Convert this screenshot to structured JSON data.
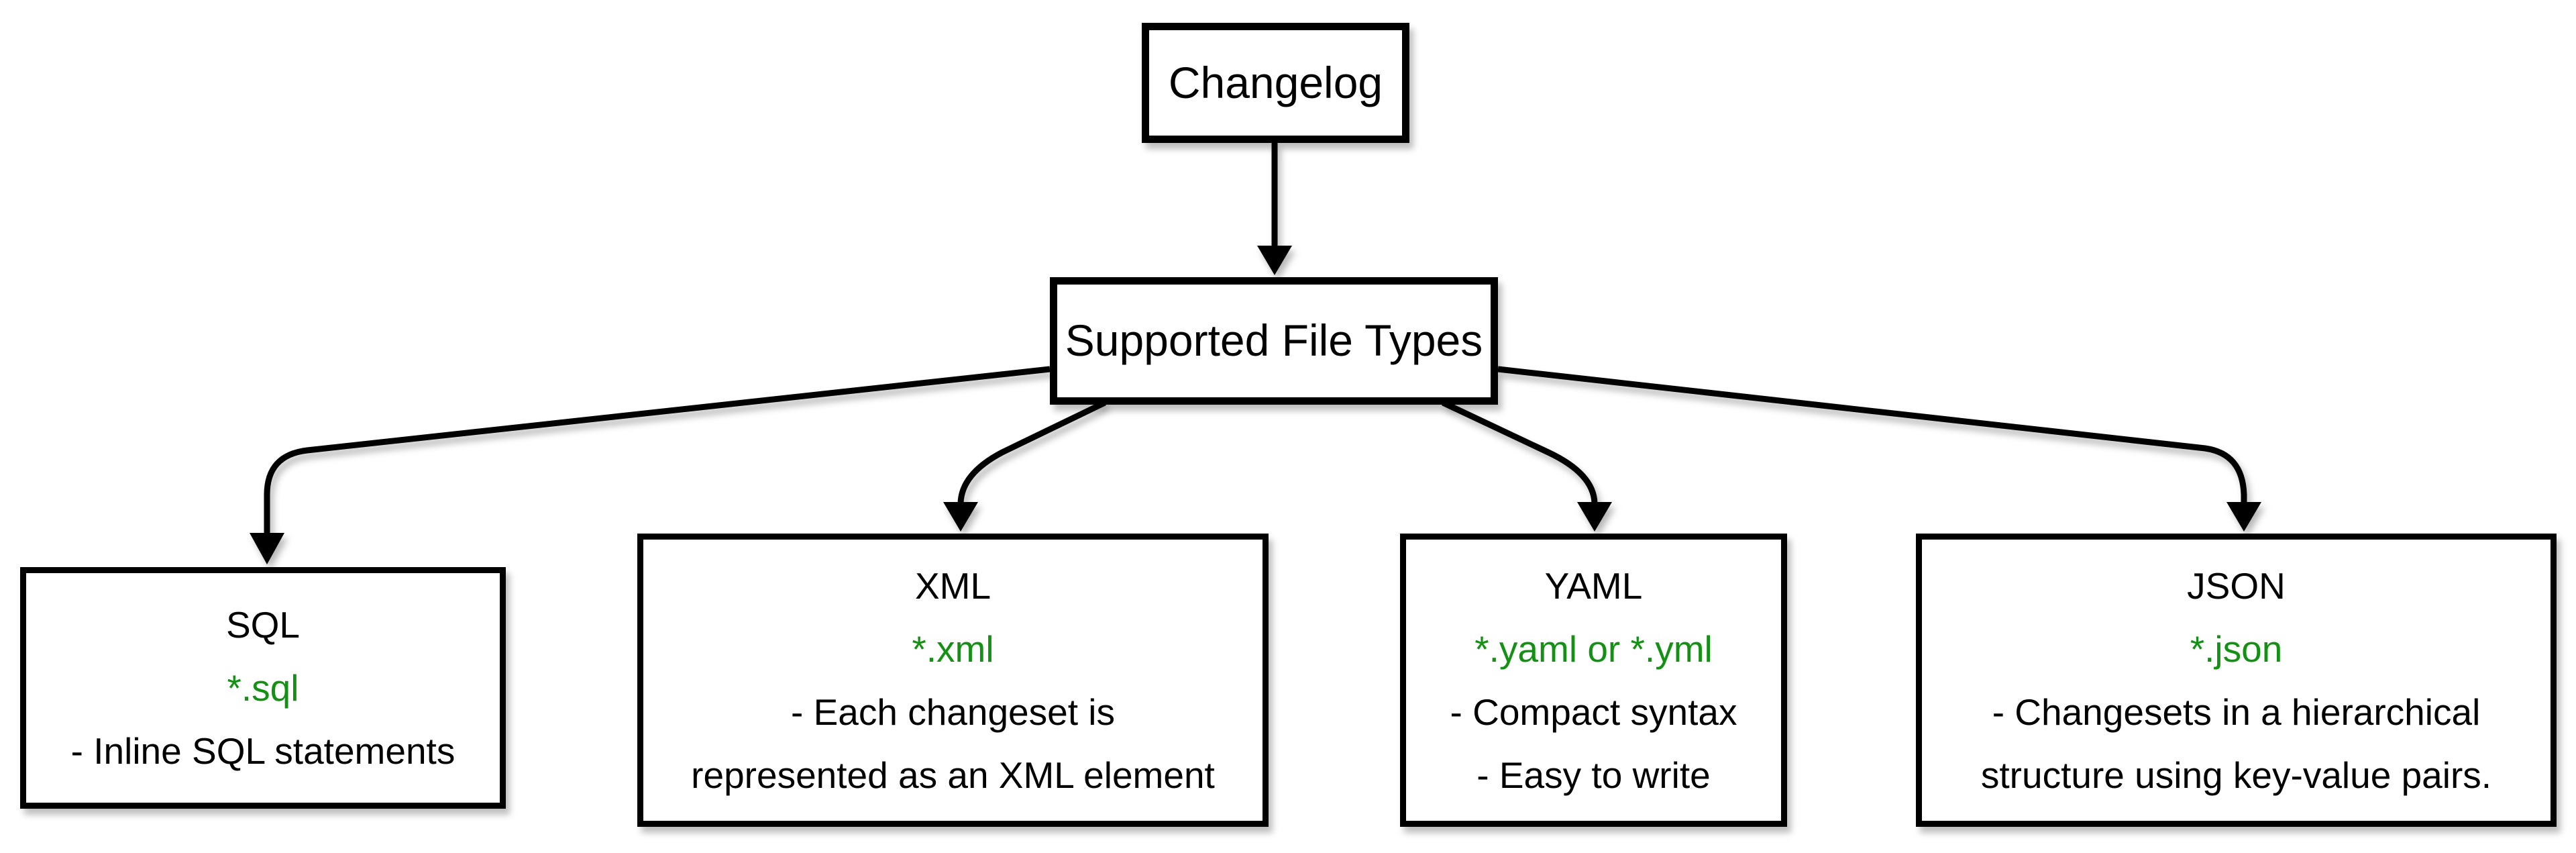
{
  "canvas": {
    "background": "#ffffff",
    "stroke_color": "#000000",
    "text_color": "#000000",
    "extension_color": "#149114"
  },
  "root": {
    "label": "Changelog"
  },
  "hub": {
    "label": "Supported File Types"
  },
  "nodes": [
    {
      "id": "sql",
      "title": "SQL",
      "ext": "*.sql",
      "desc": [
        "- Inline SQL statements"
      ]
    },
    {
      "id": "xml",
      "title": "XML",
      "ext": "*.xml",
      "desc": [
        "- Each changeset is",
        "represented as an XML element"
      ]
    },
    {
      "id": "yaml",
      "title": "YAML",
      "ext": "*.yaml or *.yml",
      "desc": [
        "- Compact syntax",
        "- Easy to write"
      ]
    },
    {
      "id": "json",
      "title": "JSON",
      "ext": "*.json",
      "desc": [
        "- Changesets in a hierarchical",
        "structure using key-value pairs."
      ]
    }
  ],
  "edges": [
    {
      "from": "Changelog",
      "to": "Supported File Types"
    },
    {
      "from": "Supported File Types",
      "to": "SQL"
    },
    {
      "from": "Supported File Types",
      "to": "XML"
    },
    {
      "from": "Supported File Types",
      "to": "YAML"
    },
    {
      "from": "Supported File Types",
      "to": "JSON"
    }
  ]
}
